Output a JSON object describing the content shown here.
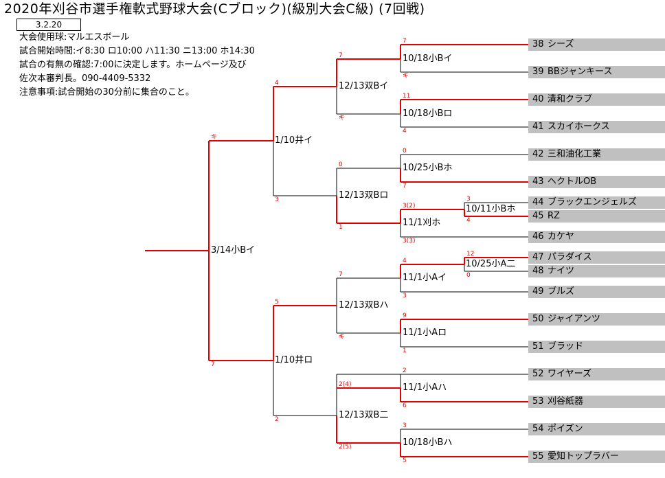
{
  "header": {
    "title": "2020年刈谷市選手権軟式野球大会(Cブロック)(級別大会C級) (7回戦)",
    "date_box": "3.2.20",
    "info_lines": [
      "大会使用球:マルエスボール",
      "試合開始時間:イ8:30 ロ10:00 ハ11:30 ニ13:00 ホ14:30",
      "試合の有無の確認:7:00に決定します。ホームページ及び",
      "佐次本審判長。090-4409-5332",
      "注意事項:試合開始の30分前に集合のこと。"
    ]
  },
  "teams": [
    {
      "num": "38",
      "name": "シーズ"
    },
    {
      "num": "39",
      "name": "BBジャンキース"
    },
    {
      "num": "40",
      "name": "清和クラブ"
    },
    {
      "num": "41",
      "name": "スカイホークス"
    },
    {
      "num": "42",
      "name": "三和油化工業"
    },
    {
      "num": "43",
      "name": "ヘクトルOB"
    },
    {
      "num": "44",
      "name": "ブラックエンジェルズ"
    },
    {
      "num": "45",
      "name": "RZ"
    },
    {
      "num": "46",
      "name": "カケヤ"
    },
    {
      "num": "47",
      "name": "パラダイス"
    },
    {
      "num": "48",
      "name": "ナイツ"
    },
    {
      "num": "49",
      "name": "ブルズ"
    },
    {
      "num": "50",
      "name": "ジャイアンツ"
    },
    {
      "num": "51",
      "name": "ブラッド"
    },
    {
      "num": "52",
      "name": "ワイヤーズ"
    },
    {
      "num": "53",
      "name": "刈谷紙器"
    },
    {
      "num": "54",
      "name": "ポイズン"
    },
    {
      "num": "55",
      "name": "愛知トップラバー"
    }
  ],
  "matches": {
    "m4445": "10/11小Bホ",
    "m4748": "10/25小A二",
    "r1_1": "10/18小Bイ",
    "r1_2": "10/18小Bロ",
    "r1_3": "10/25小Bホ",
    "r1_4": "11/1刈ホ",
    "r1_5": "11/1小Aイ",
    "r1_6": "11/1小Aロ",
    "r1_7": "11/1小Aハ",
    "r1_8": "10/18小Bハ",
    "r2_1": "12/13双Bイ",
    "r2_2": "12/13双Bロ",
    "r2_3": "12/13双Bハ",
    "r2_4": "12/13双B二",
    "r3_1": "1/10井イ",
    "r3_2": "1/10井ロ",
    "final": "3/14小Bイ"
  },
  "scores": {
    "s38": "7",
    "s39": "キ",
    "s40": "11",
    "s41": "4",
    "s42": "0",
    "s43": "7",
    "s44": "3",
    "s45": "4",
    "s4445": "3(2)",
    "s46": "3(3)",
    "s47": "12",
    "s48": "0",
    "s4748": "4",
    "s49": "3",
    "s50": "9",
    "s51": "1",
    "s52": "2",
    "s53": "6",
    "s54": "3",
    "s55": "5",
    "q1": "7",
    "q2": "キ",
    "q3": "0",
    "q4": "1",
    "q5": "7",
    "q6": "キ",
    "q7": "2(4)",
    "q8": "2(5)",
    "t1": "4",
    "t2": "3",
    "t3": "5",
    "t4": "2",
    "f1": "キ",
    "f2": "7"
  }
}
